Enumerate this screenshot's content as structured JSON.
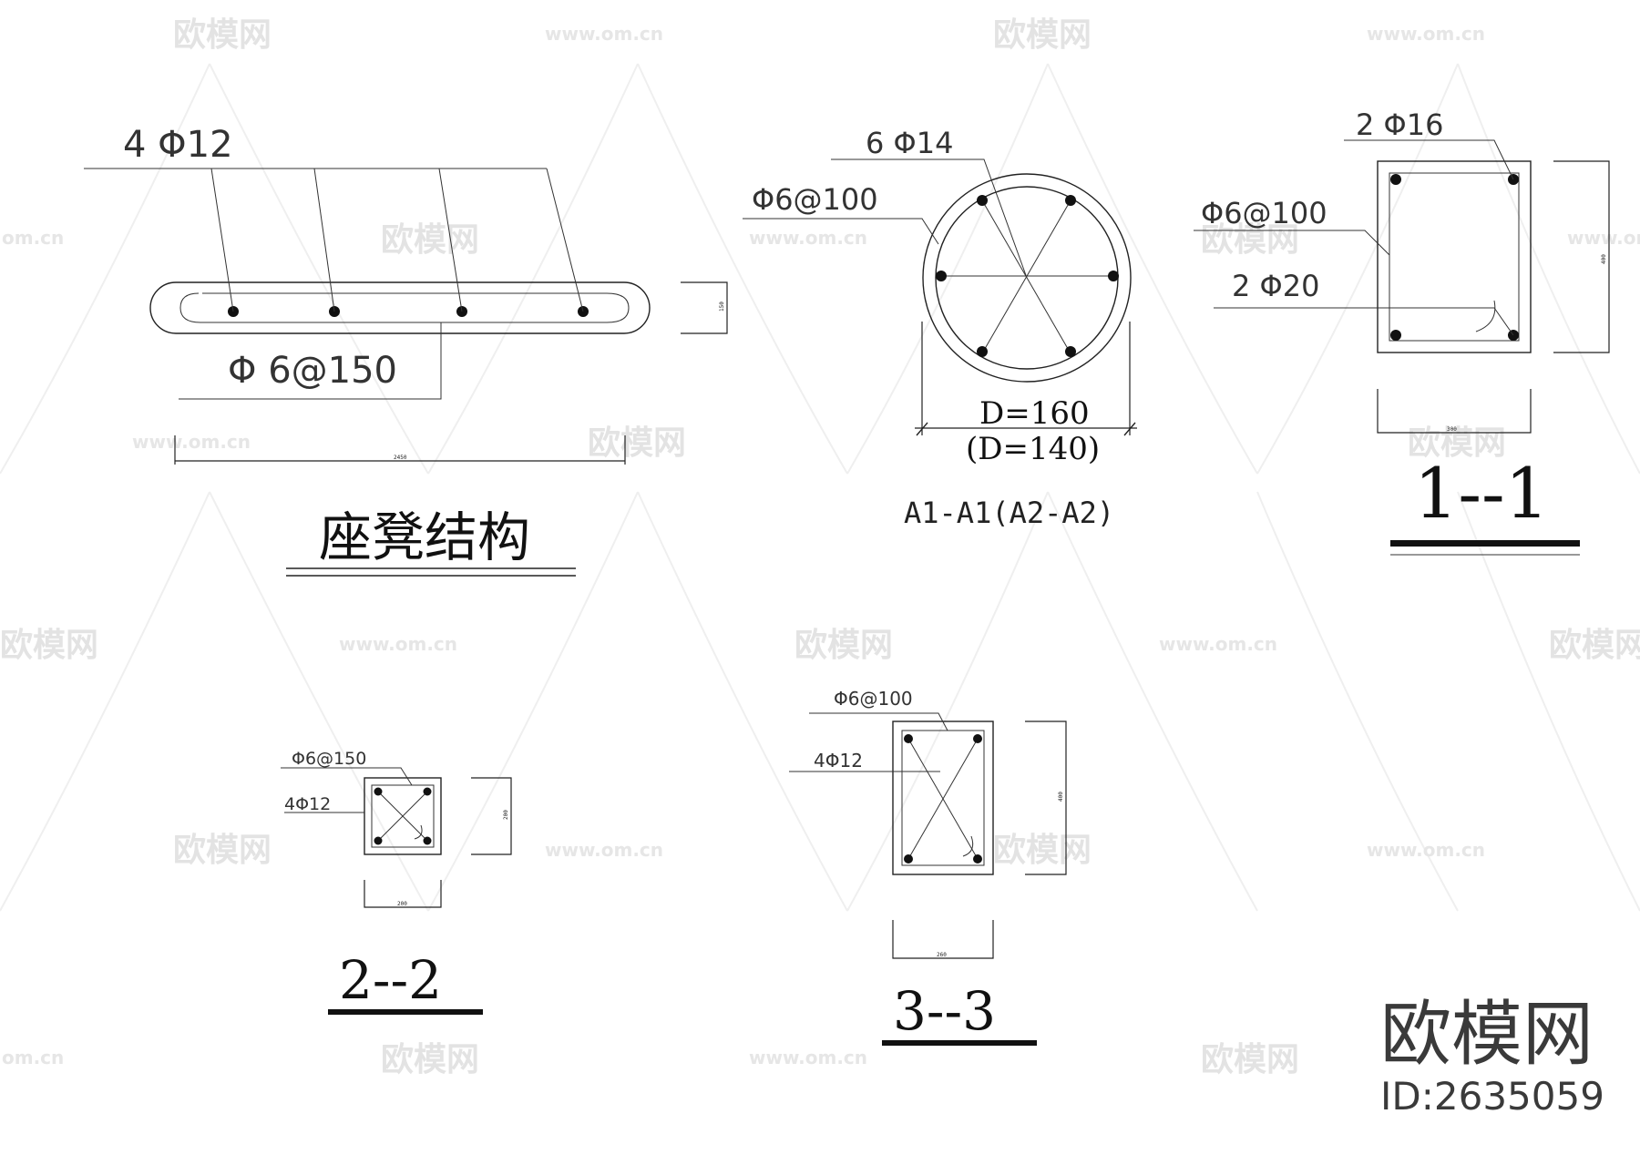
{
  "watermark": {
    "brand": "欧模网",
    "url": "www.om.cn",
    "url_short": "om.cn"
  },
  "bench": {
    "title": "座凳结构",
    "main_rebar_label": "4 Φ12",
    "stirrup_label": "Φ 6@150",
    "dim_height": "150",
    "dim_length": "2450"
  },
  "circle": {
    "title": "A1-A1(A2-A2)",
    "main_rebar_label": "6 Φ14",
    "stirrup_label": "Φ6@100",
    "diameter_label": "D=160",
    "diameter_alt_label": "(D=140)"
  },
  "section_1": {
    "title": "1--1",
    "top_rebar_label": "2 Φ16",
    "stirrup_label": "Φ6@100",
    "bottom_rebar_label": "2 Φ20",
    "dim_height": "400",
    "dim_width": "300"
  },
  "section_2": {
    "title": "2--2",
    "stirrup_label": "Φ6@150",
    "main_rebar_label": "4Φ12",
    "dim_height": "200",
    "dim_width": "200"
  },
  "section_3": {
    "title": "3--3",
    "stirrup_label": "Φ6@100",
    "main_rebar_label": "4Φ12",
    "dim_height": "400",
    "dim_width": "260"
  },
  "corner_brand": {
    "name": "欧模网",
    "id": "ID:2635059"
  }
}
